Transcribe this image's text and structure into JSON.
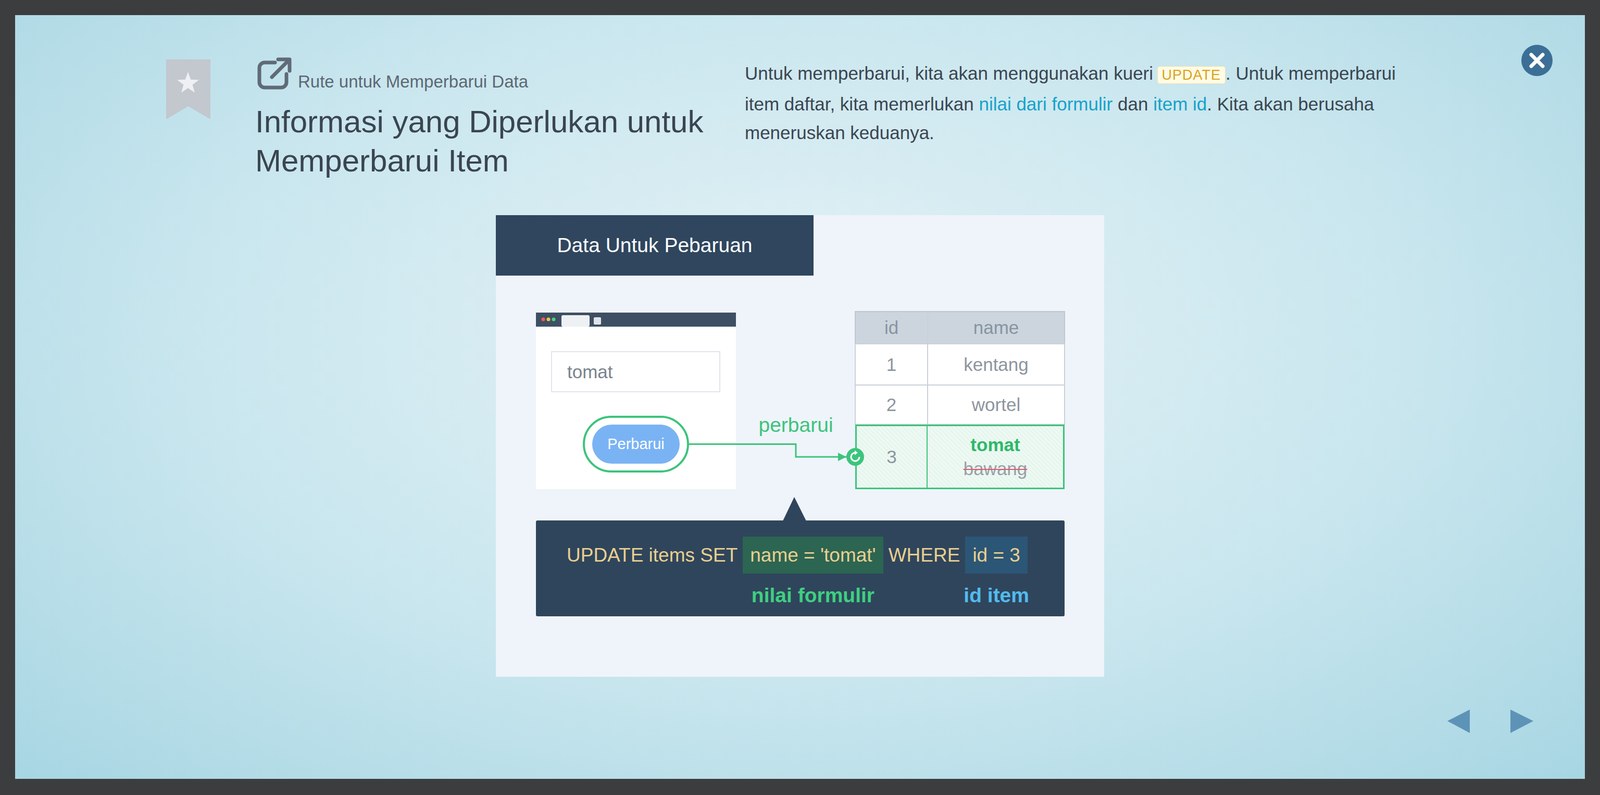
{
  "diagram": {
    "title": "Informasi yang Diperlukan untuk Memperbarui Item",
    "nodes": [
      {
        "text": [
          "Data Untuk Pebaruan"
        ]
      },
      {
        "text": [],
        "in": 0
      },
      {
        "text": [
          "tomat"
        ],
        "in": 1
      },
      {
        "text": [
          "Perbarui"
        ],
        "in": 1
      },
      {
        "text": [
          "3",
          "tomat",
          "bawang"
        ],
        "in": 0
      },
      {
        "text": [
          "UPDATE items SET",
          "WHERE"
        ],
        "in": 0
      },
      {
        "text": [
          "name = 'tomat'",
          "nilai formulir"
        ],
        "in": 5
      },
      {
        "text": [
          "id = 3",
          "id item"
        ],
        "in": 5
      }
    ],
    "edges": [
      {
        "from": 3,
        "to": 4,
        "arrow": "to",
        "label": "perbarui"
      }
    ],
    "labels": [
      "Rute untuk Memperbarui Data",
      "Untuk memperbarui, kita akan menggunakan kueri",
      "UPDATE",
      ". Untuk memperbarui item daftar, kita memerlukan",
      "nilai dari formulir",
      "dan",
      "item id",
      ". Kita akan berusaha meneruskan keduanya.",
      "id",
      "name",
      "1",
      "kentang",
      "2",
      "wortel"
    ]
  }
}
